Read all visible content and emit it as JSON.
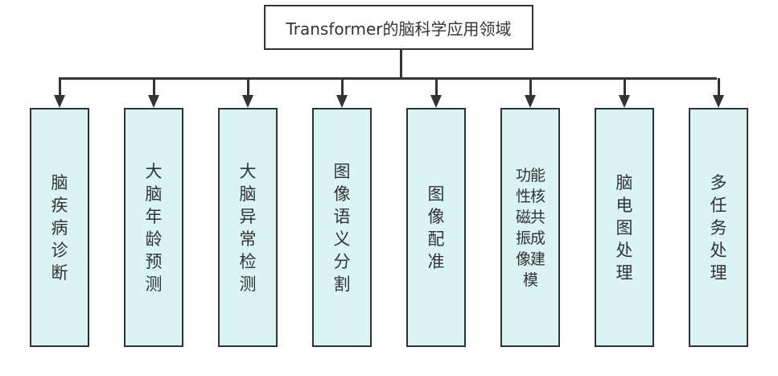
{
  "title": "Transformer的脑科学应用领域",
  "nodes": [
    {
      "label": "脑\n疾\n病\n诊\n断"
    },
    {
      "label": "大\n脑\n年\n龄\n预\n测"
    },
    {
      "label": "大\n脑\n异\n常\n检\n测"
    },
    {
      "label": "图\n像\n语\n义\n分\n割"
    },
    {
      "label": "图\n像\n配\n准"
    },
    {
      "label": "功能\n性核\n磁共\n振成\n像建\n模"
    },
    {
      "label": "脑\n电\n图\n处\n理"
    },
    {
      "label": "多\n任\n务\n处\n理"
    }
  ],
  "colors": {
    "node_fill": "#daf3f3",
    "stroke": "#333333"
  }
}
